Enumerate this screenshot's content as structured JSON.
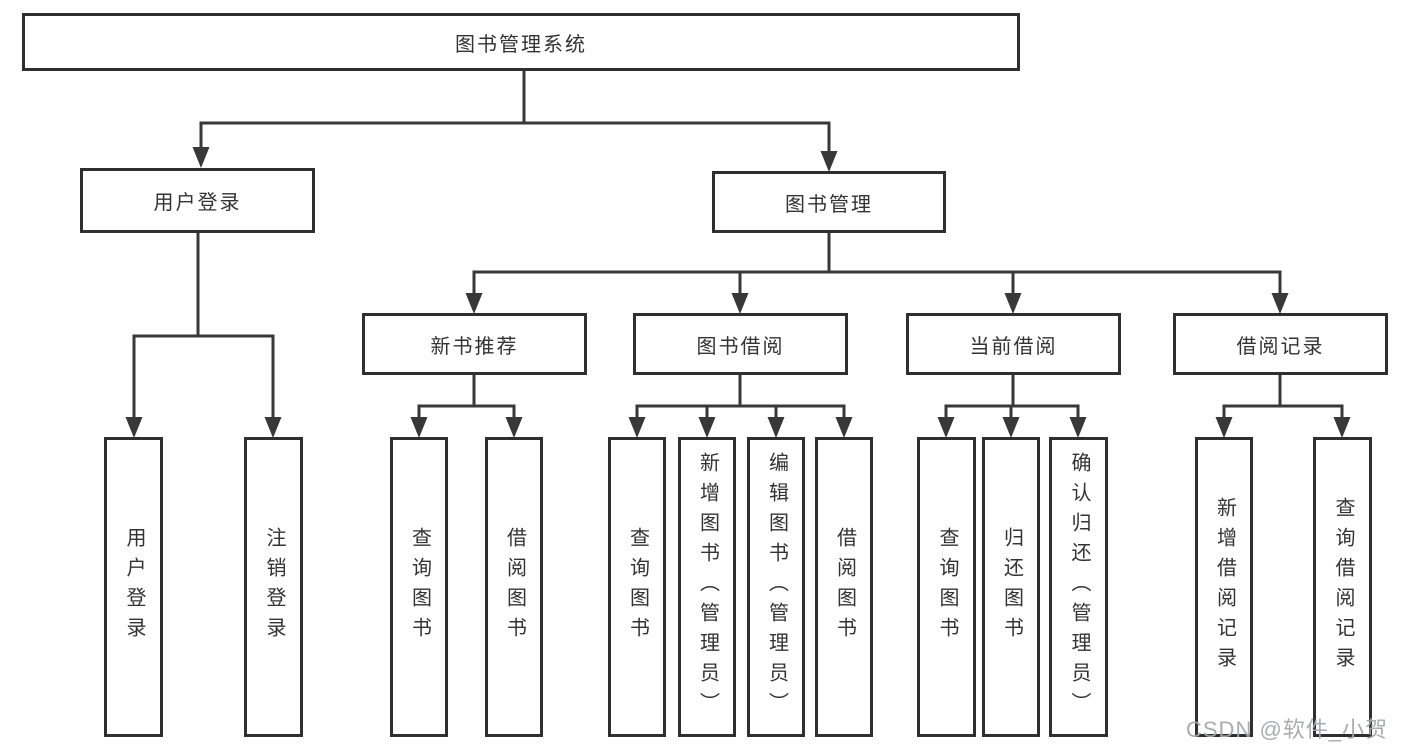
{
  "diagram": {
    "root": {
      "label": "图书管理系统"
    },
    "branches": [
      {
        "label": "用户登录",
        "children": [
          {
            "label": "用户登录"
          },
          {
            "label": "注销登录"
          }
        ]
      },
      {
        "label": "图书管理",
        "children": [
          {
            "label": "新书推荐",
            "children": [
              {
                "label": "查询图书"
              },
              {
                "label": "借阅图书"
              }
            ]
          },
          {
            "label": "图书借阅",
            "children": [
              {
                "label": "查询图书"
              },
              {
                "label": "新增图书（管理员）"
              },
              {
                "label": "编辑图书（管理员）"
              },
              {
                "label": "借阅图书"
              }
            ]
          },
          {
            "label": "当前借阅",
            "children": [
              {
                "label": "查询图书"
              },
              {
                "label": "归还图书"
              },
              {
                "label": "确认归还（管理员）"
              }
            ]
          },
          {
            "label": "借阅记录",
            "children": [
              {
                "label": "新增借阅记录"
              },
              {
                "label": "查询借阅记录"
              }
            ]
          }
        ]
      }
    ]
  },
  "watermark": {
    "text": "CSDN @软件_小贺同学"
  },
  "colors": {
    "line": "#383838",
    "box_border": "#2f2f2f",
    "text": "#333333",
    "watermark": "#a5a8ac",
    "background": "#ffffff"
  }
}
